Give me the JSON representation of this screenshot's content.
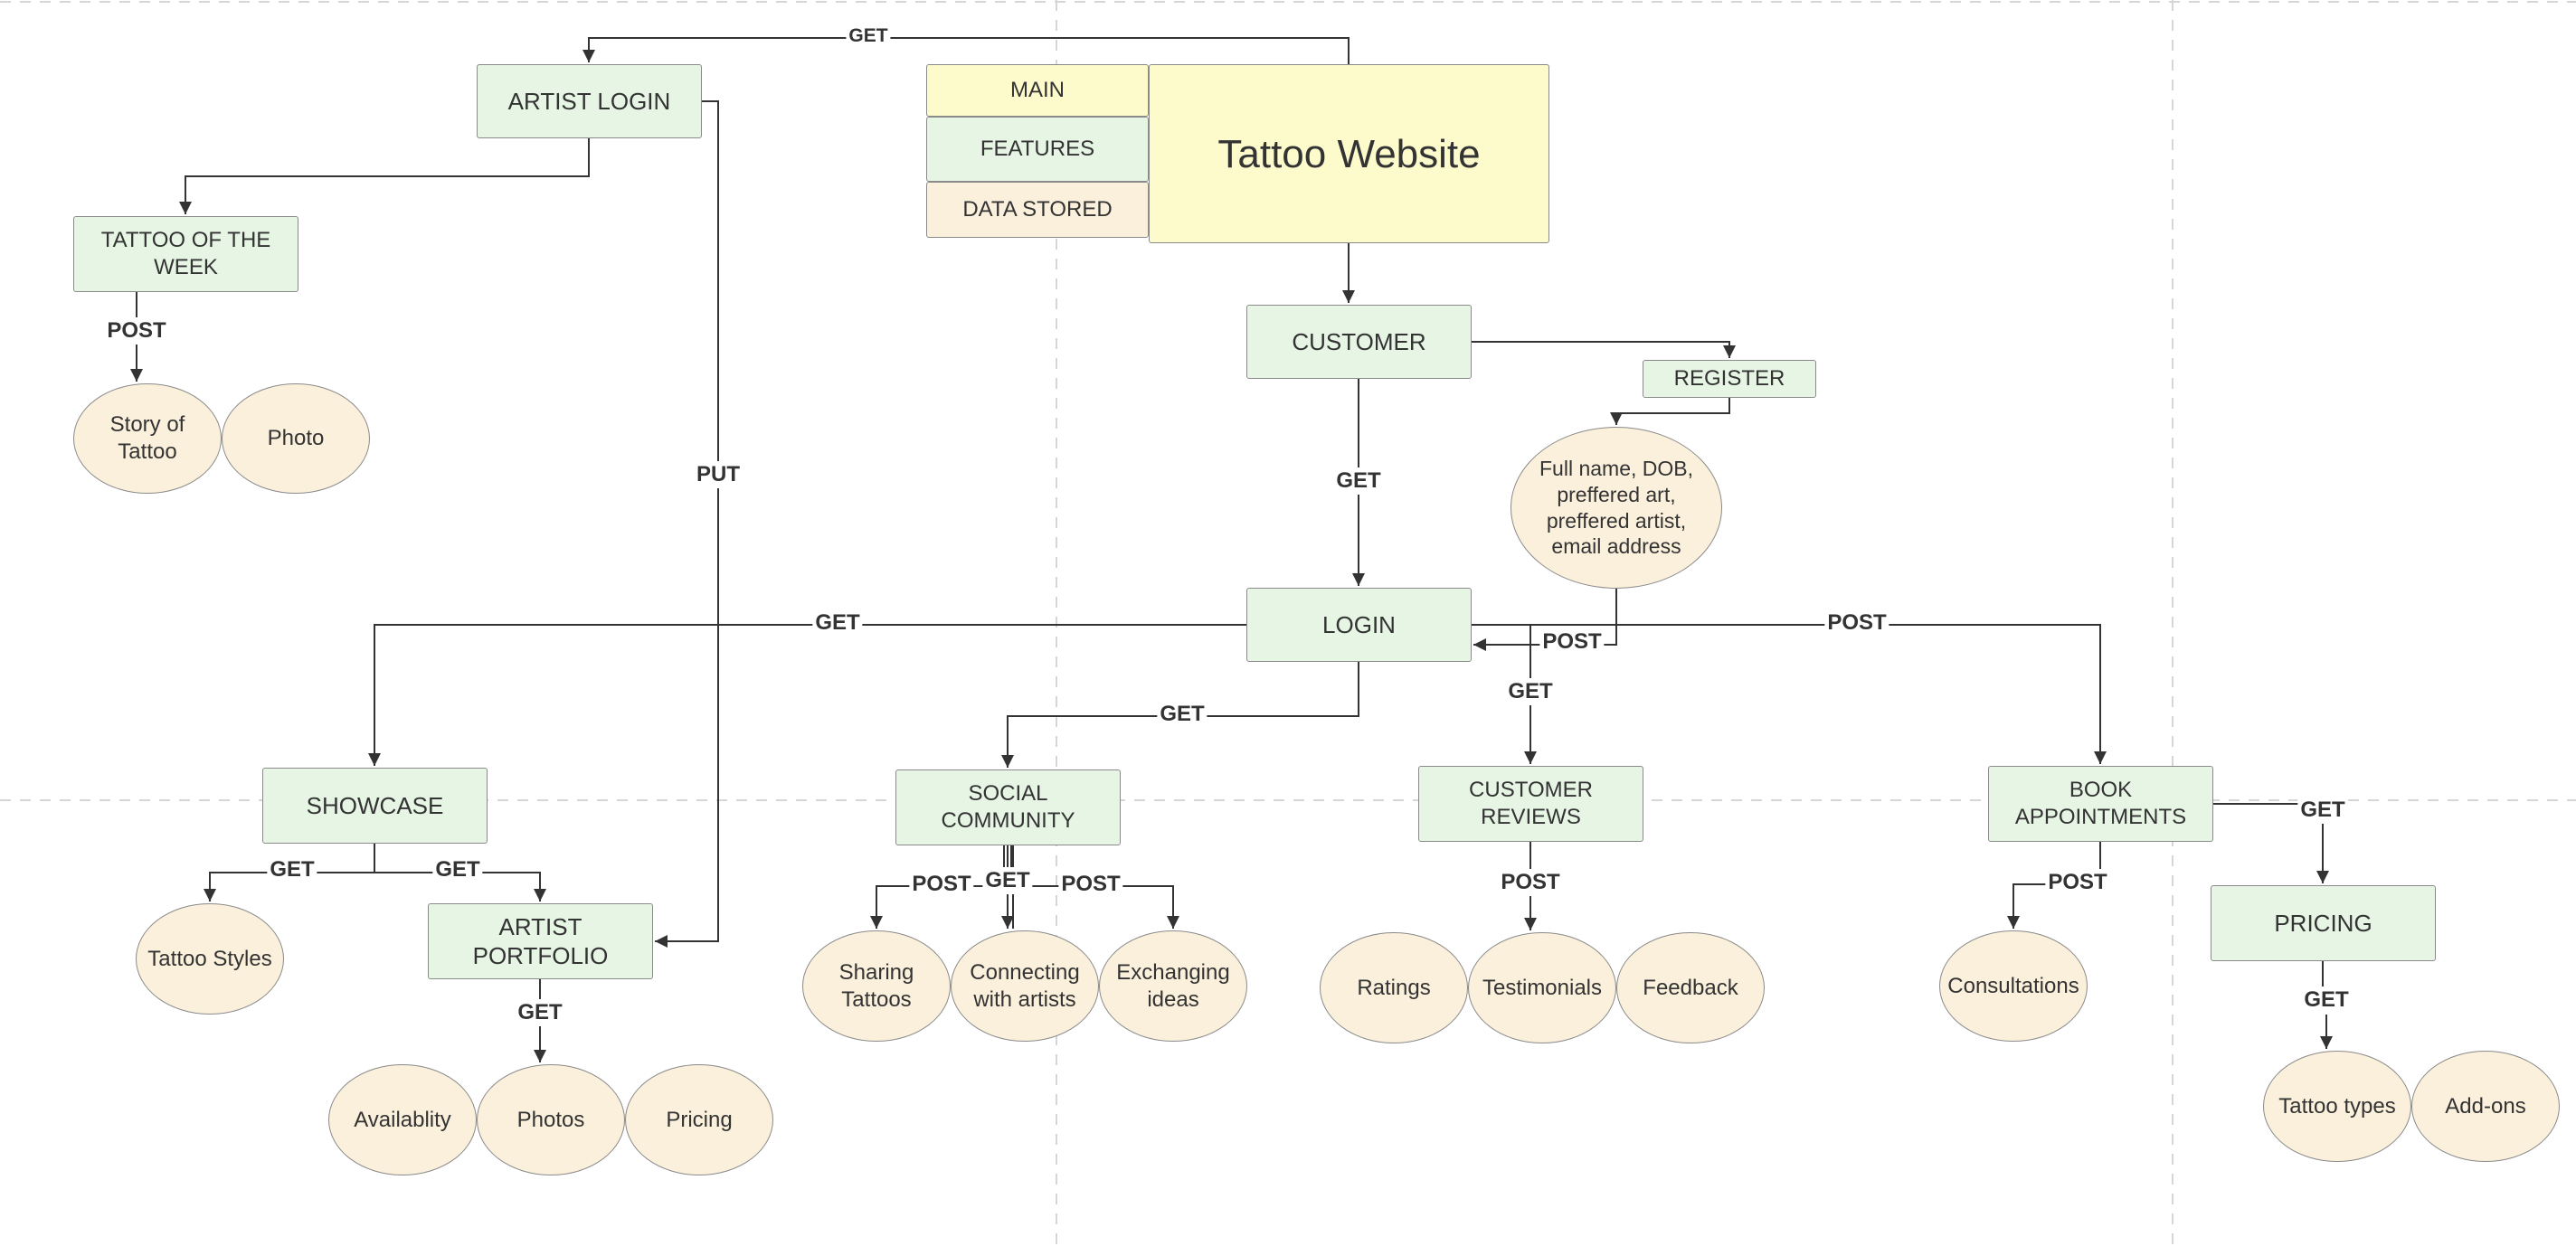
{
  "title": "Tattoo Website",
  "legend": {
    "main": "MAIN",
    "features": "FEATURES",
    "data_stored": "DATA STORED"
  },
  "nodes": {
    "artist_login": "ARTIST LOGIN",
    "tattoo_of_the_week": "TATTOO OF THE WEEK",
    "story_of_tattoo": "Story of Tattoo",
    "photo": "Photo",
    "customer": "CUSTOMER",
    "register": "REGISTER",
    "register_details": "Full name, DOB, preffered art, preffered artist, email address",
    "login": "LOGIN",
    "showcase": "SHOWCASE",
    "tattoo_styles": "Tattoo Styles",
    "artist_portfolio": "ARTIST PORTFOLIO",
    "availablity": "Availablity",
    "photos": "Photos",
    "portfolio_pricing": "Pricing",
    "social_community": "SOCIAL COMMUNITY",
    "sharing_tattoos": "Sharing Tattoos",
    "connecting_with_artists": "Connecting with artists",
    "exchanging_ideas": "Exchanging ideas",
    "customer_reviews": "CUSTOMER REVIEWS",
    "ratings": "Ratings",
    "testimonials": "Testimonials",
    "feedback": "Feedback",
    "book_appointments": "BOOK APPOINTMENTS",
    "consultations": "Consultations",
    "pricing": "PRICING",
    "tattoo_types": "Tattoo types",
    "add_ons": "Add-ons"
  },
  "edge_labels": {
    "title_to_artist_login": "GET",
    "artist_login_to_portfolio": "PUT",
    "tattoo_week_to_story": "POST",
    "customer_to_login": "GET",
    "register_to_login": "POST",
    "login_to_showcase": "GET",
    "login_to_book": "POST",
    "login_to_social": "GET",
    "login_to_reviews": "GET",
    "showcase_to_styles": "GET",
    "showcase_to_portfolio": "GET",
    "portfolio_to_items": "GET",
    "social_sharing": "POST",
    "social_connecting": "GET",
    "social_exchanging": "POST",
    "reviews_to_items": "POST",
    "book_to_consultations": "POST",
    "book_to_pricing": "GET",
    "pricing_to_items": "GET"
  },
  "colors": {
    "main": "#fdfbcb",
    "features": "#e6f5e4",
    "data_stored": "#fbf0dc",
    "line": "#333333",
    "guide": "#d6d6d6"
  }
}
